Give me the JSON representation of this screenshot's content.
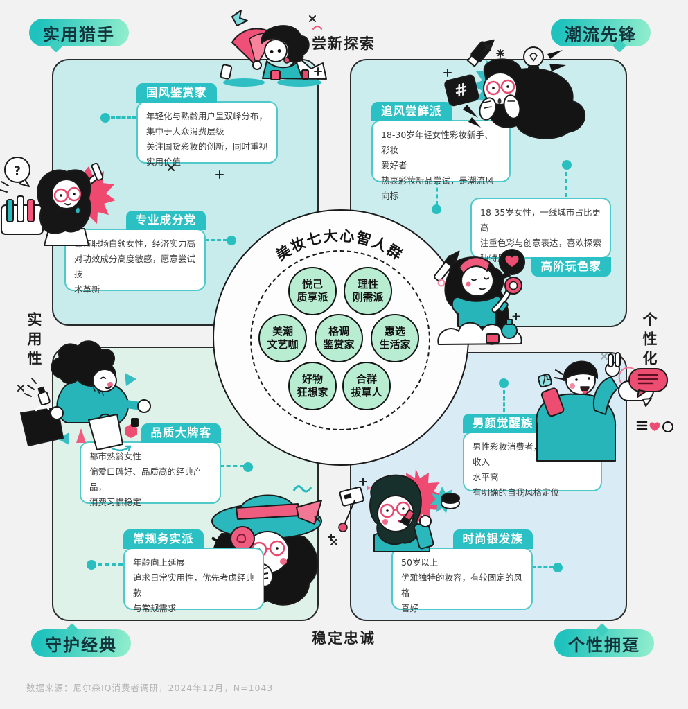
{
  "corners": {
    "top_left": "实用猎手",
    "top_right": "潮流先锋",
    "bottom_left": "守护经典",
    "bottom_right": "个性拥趸"
  },
  "axes": {
    "top": "尝新探索",
    "bottom": "稳定忠诚",
    "left": "实用性",
    "right": "个性化"
  },
  "center": {
    "title": "美妆七大心智人群",
    "bubbles": [
      {
        "l1": "悦己",
        "l2": "质享派"
      },
      {
        "l1": "理性",
        "l2": "刚需派"
      },
      {
        "l1": "美潮",
        "l2": "文艺咖"
      },
      {
        "l1": "格调",
        "l2": "鉴赏家"
      },
      {
        "l1": "惠选",
        "l2": "生活家"
      },
      {
        "l1": "好物",
        "l2": "狂想家"
      },
      {
        "l1": "合群",
        "l2": "拔草人"
      }
    ]
  },
  "cards": {
    "guofeng": {
      "title": "国风鉴赏家",
      "text": "年轻化与熟龄用户呈双峰分布，\n集中于大众消费层级\n关注国货彩妆的创新，同时重视\n实用价值"
    },
    "chengfen": {
      "title": "专业成分党",
      "text": "都市职场白领女性，经济实力高\n对功效成分高度敏感，愿意尝试技\n术革新"
    },
    "zhuifeng": {
      "title": "追风尝鲜派",
      "text": "18-30岁年轻女性彩妆新手、彩妆\n爱好者\n热衷彩妆新品尝试，是潮流风向标"
    },
    "gaojie": {
      "title": "高阶玩色家",
      "text": "18-35岁女性，一线城市占比更高\n注重色彩与创意表达，喜欢探索\n独特风格"
    },
    "pinzhi": {
      "title": "品质大牌客",
      "text": "都市熟龄女性\n偏爱口碑好、品质高的经典产品，\n消费习惯稳定"
    },
    "changgui": {
      "title": "常规务实派",
      "text": "年龄向上延展\n追求日常实用性，优先考虑经典款\n与常规需求"
    },
    "nanyan": {
      "title": "男颜觉醒族",
      "text": "男性彩妆消费者，高线都市，收入\n水平高\n有明确的自我风格定位"
    },
    "yinfa": {
      "title": "时尚银发族",
      "text": "50岁以上\n优雅独特的妆容，有较固定的风格\n喜好"
    }
  },
  "footer": {
    "text": "数据来源：尼尔森IQ消费者调研，2024年12月，N=1043"
  },
  "illustration": {
    "question_mark": "?",
    "hashtag": "#"
  },
  "colors": {
    "accent_teal": "#2bc0c3",
    "panel_cyan": "#c8ebec",
    "panel_mint": "#def2e9",
    "panel_blue": "#d9ecf5",
    "bubble_green": "#b9edd2",
    "pink": "#ee4d72",
    "badge_gradient": [
      "#1fc2bd",
      "#8deccc"
    ],
    "card_border": "#4fc9c9",
    "text_dark": "#3a3a3a",
    "footer_gray": "#b3b3b3"
  }
}
